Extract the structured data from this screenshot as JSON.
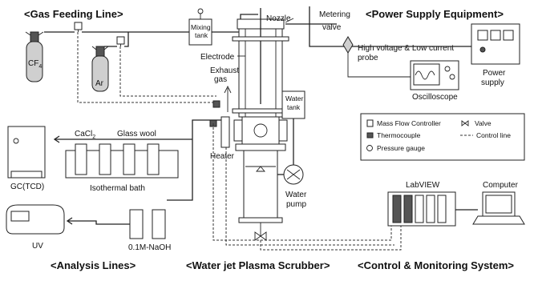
{
  "sections": {
    "gas_feeding": "<Gas Feeding Line>",
    "power_supply": "<Power Supply Equipment>",
    "analysis": "<Analysis Lines>",
    "scrubber": "<Water jet Plasma Scrubber>",
    "control": "<Control & Monitoring System>"
  },
  "labels": {
    "cf4": "CF",
    "cf4_sub": "4",
    "ar": "Ar",
    "mixing_tank_1": "Mixing",
    "mixing_tank_2": "tank",
    "nozzle": "Nozzle",
    "metering_valve_1": "Metering",
    "metering_valve_2": "valve",
    "electrode": "Electrode",
    "exhaust_gas_1": "Exhaust",
    "exhaust_gas_2": "gas",
    "water_tank_1": "Water",
    "water_tank_2": "tank",
    "heater": "Heater",
    "water_pump_1": "Water",
    "water_pump_2": "pump",
    "hv_probe_1": "High voltage & Low current",
    "hv_probe_2": "probe",
    "oscilloscope": "Oscilloscope",
    "power_supply_1": "Power",
    "power_supply_2": "supply",
    "cacl2": "CaCl",
    "cacl2_sub": "2",
    "glass_wool": "Glass wool",
    "isothermal_bath": "Isothermal bath",
    "gc": "GC(TCD)",
    "uv": "UV",
    "naoh": "0.1M-NaOH",
    "labview": "LabVIEW",
    "computer": "Computer"
  },
  "legend": {
    "mfc": "Mass Flow Controller",
    "valve": "Valve",
    "thermocouple": "Thermocouple",
    "control_line": "Control line",
    "pressure_gauge": "Pressure gauge"
  }
}
